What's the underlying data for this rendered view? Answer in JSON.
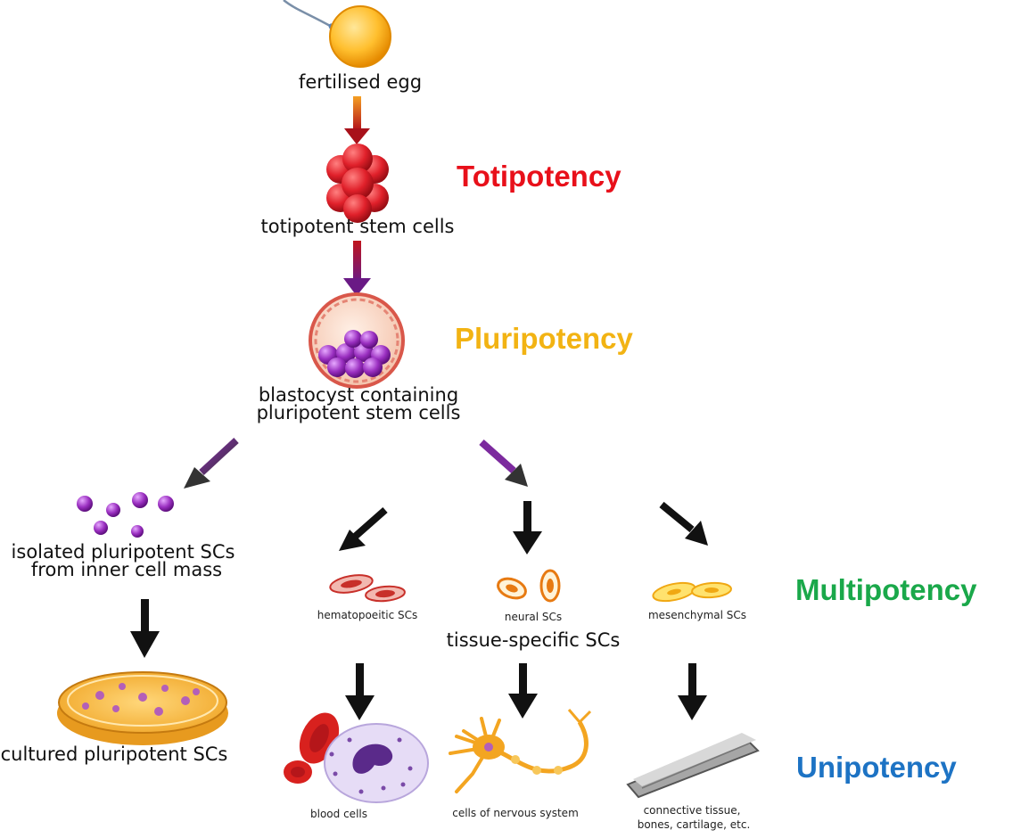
{
  "labels": {
    "fertilised_egg": "fertilised egg",
    "totipotent_cells": "totipotent stem cells",
    "blastocyst_line1": "blastocyst containing",
    "blastocyst_line2": "pluripotent stem cells",
    "isolated_line1": "isolated pluripotent SCs",
    "isolated_line2": "from inner cell mass",
    "cultured": "cultured pluripotent SCs",
    "hematopoietic": "hematopoeitic SCs",
    "neural": "neural SCs",
    "mesenchymal": "mesenchymal SCs",
    "tissue_specific": "tissue-specific SCs",
    "blood_cells": "blood cells",
    "nervous_cells": "cells of nervous system",
    "connective_line1": "connective tissue,",
    "connective_line2": "bones, cartilage, etc."
  },
  "potency_levels": {
    "totipotency": "Totipotency",
    "pluripotency": "Pluripotency",
    "multipotency": "Multipotency",
    "unipotency": "Unipotency"
  },
  "colors": {
    "totipotency": "#e8101a",
    "pluripotency": "#f2b313",
    "multipotency": "#1aa84a",
    "unipotency": "#1d73c4"
  }
}
